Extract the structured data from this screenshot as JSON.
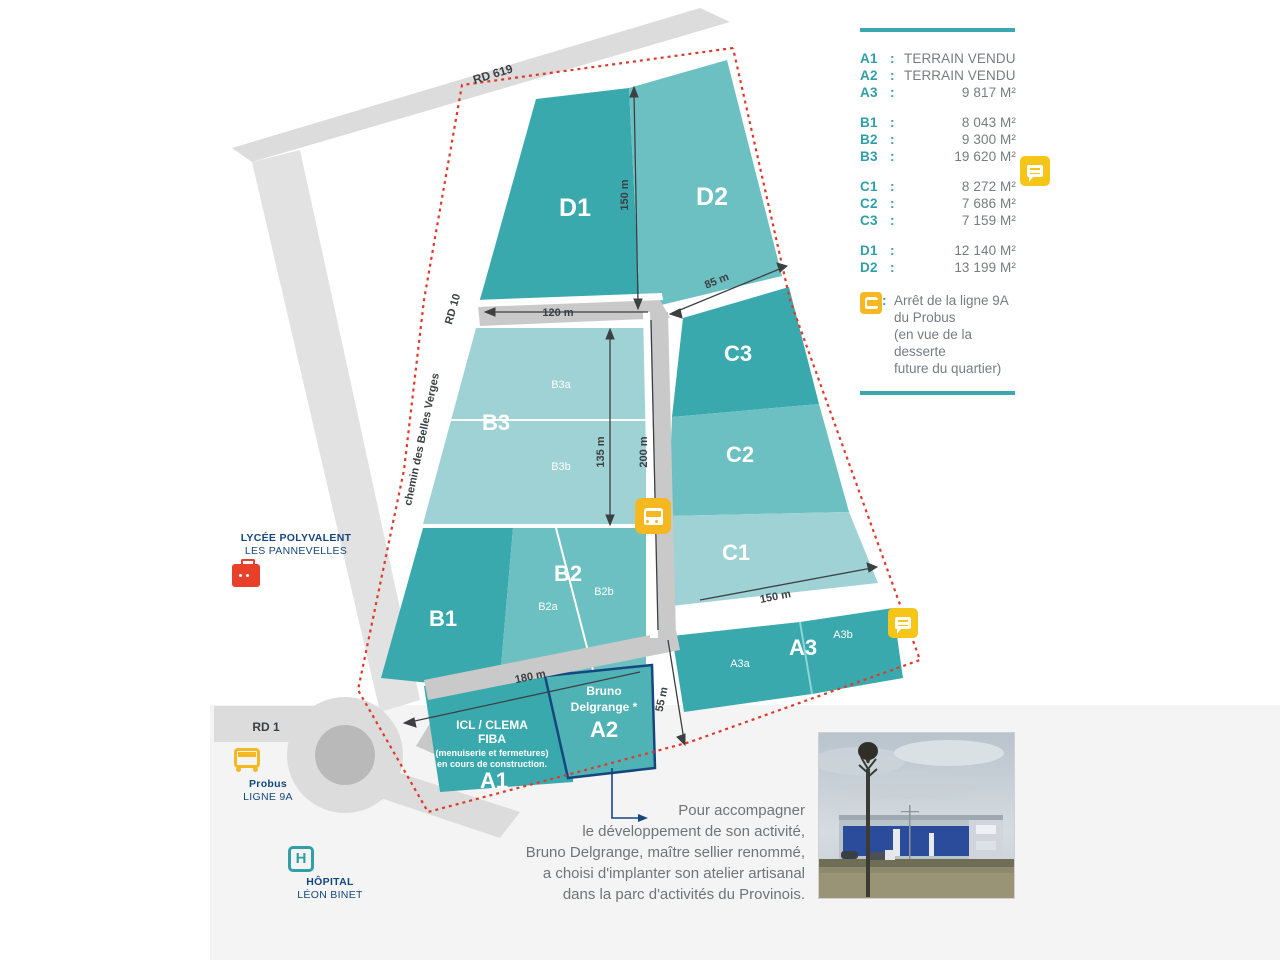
{
  "legend": {
    "rows": [
      {
        "key": "A1",
        "value": "TERRAIN VENDU",
        "is_word": true
      },
      {
        "key": "A2",
        "value": "TERRAIN VENDU",
        "is_word": true
      },
      {
        "key": "A3",
        "value": "9 817 M²",
        "is_word": false
      },
      {
        "key": "B1",
        "value": "8 043 M²",
        "is_word": false
      },
      {
        "key": "B2",
        "value": "9 300 M²",
        "is_word": false
      },
      {
        "key": "B3",
        "value": "19 620 M²",
        "is_word": false
      },
      {
        "key": "C1",
        "value": "8 272 M²",
        "is_word": false
      },
      {
        "key": "C2",
        "value": "7 686 M²",
        "is_word": false
      },
      {
        "key": "C3",
        "value": "7 159 M²",
        "is_word": false
      },
      {
        "key": "D1",
        "value": "12 140 M²",
        "is_word": false
      },
      {
        "key": "D2",
        "value": "13 199 M²",
        "is_word": false
      }
    ],
    "bus_stop": {
      "colon": ":",
      "line1": "Arrêt de la ligne 9A",
      "line2": "du Probus",
      "line3": "(en vue de la desserte",
      "line4": "future du quartier)"
    }
  },
  "parcels": {
    "d1": "D1",
    "d2": "D2",
    "c1": "C1",
    "c2": "C2",
    "c3": "C3",
    "b1": "B1",
    "b2": "B2",
    "b3": "B3",
    "b2a": "B2a",
    "b2b": "B2b",
    "b3a": "B3a",
    "b3b": "B3b",
    "a1": "A1",
    "a2": "A2",
    "a3": "A3",
    "a3a": "A3a",
    "a3b": "A3b"
  },
  "annotations": {
    "a1_line1": "ICL / CLEMA",
    "a1_line2": "FIBA",
    "a1_line3": "(menuiserie et fermetures)",
    "a1_line4": "en cours de construction.",
    "a2_line1": "Bruno",
    "a2_line2": "Delgrange *"
  },
  "dimensions": {
    "d_150": "150 m",
    "d_120": "120 m",
    "d_85": "85 m",
    "d_135": "135 m",
    "d_200": "200 m",
    "d_150b": "150 m",
    "d_180": "180 m",
    "d_55": "55 m"
  },
  "roads": {
    "rd619": "RD 619",
    "rd10": "RD 10",
    "rd1": "RD 1",
    "chemin": "chemin des Belles Verges"
  },
  "landmarks": {
    "lycee": {
      "line1": "LYCÉE POLYVALENT",
      "line2": "LES PANNEVELLES"
    },
    "probus": {
      "line1": "Probus",
      "line2": "LIGNE 9A"
    },
    "hopital": {
      "line1": "HÔPITAL",
      "line2": "LÉON BINET",
      "symbol": "H"
    }
  },
  "caption": {
    "line1": "Pour accompagner",
    "line2": "le développement de son activité,",
    "line3": "Bruno Delgrange, maître sellier renommé,",
    "line4": "a choisi d'implanter son atelier artisanal",
    "line5": "dans la parc d'activités du Provinois."
  },
  "colors": {
    "teal_dark": "#3aa9ad",
    "teal_mid": "#6cc0c2",
    "teal_light": "#9ed2d4",
    "accent_yellow": "#f5b820",
    "red_dotted": "#e0392b",
    "navy": "#15477e",
    "road_gray": "#d8d8d8"
  }
}
